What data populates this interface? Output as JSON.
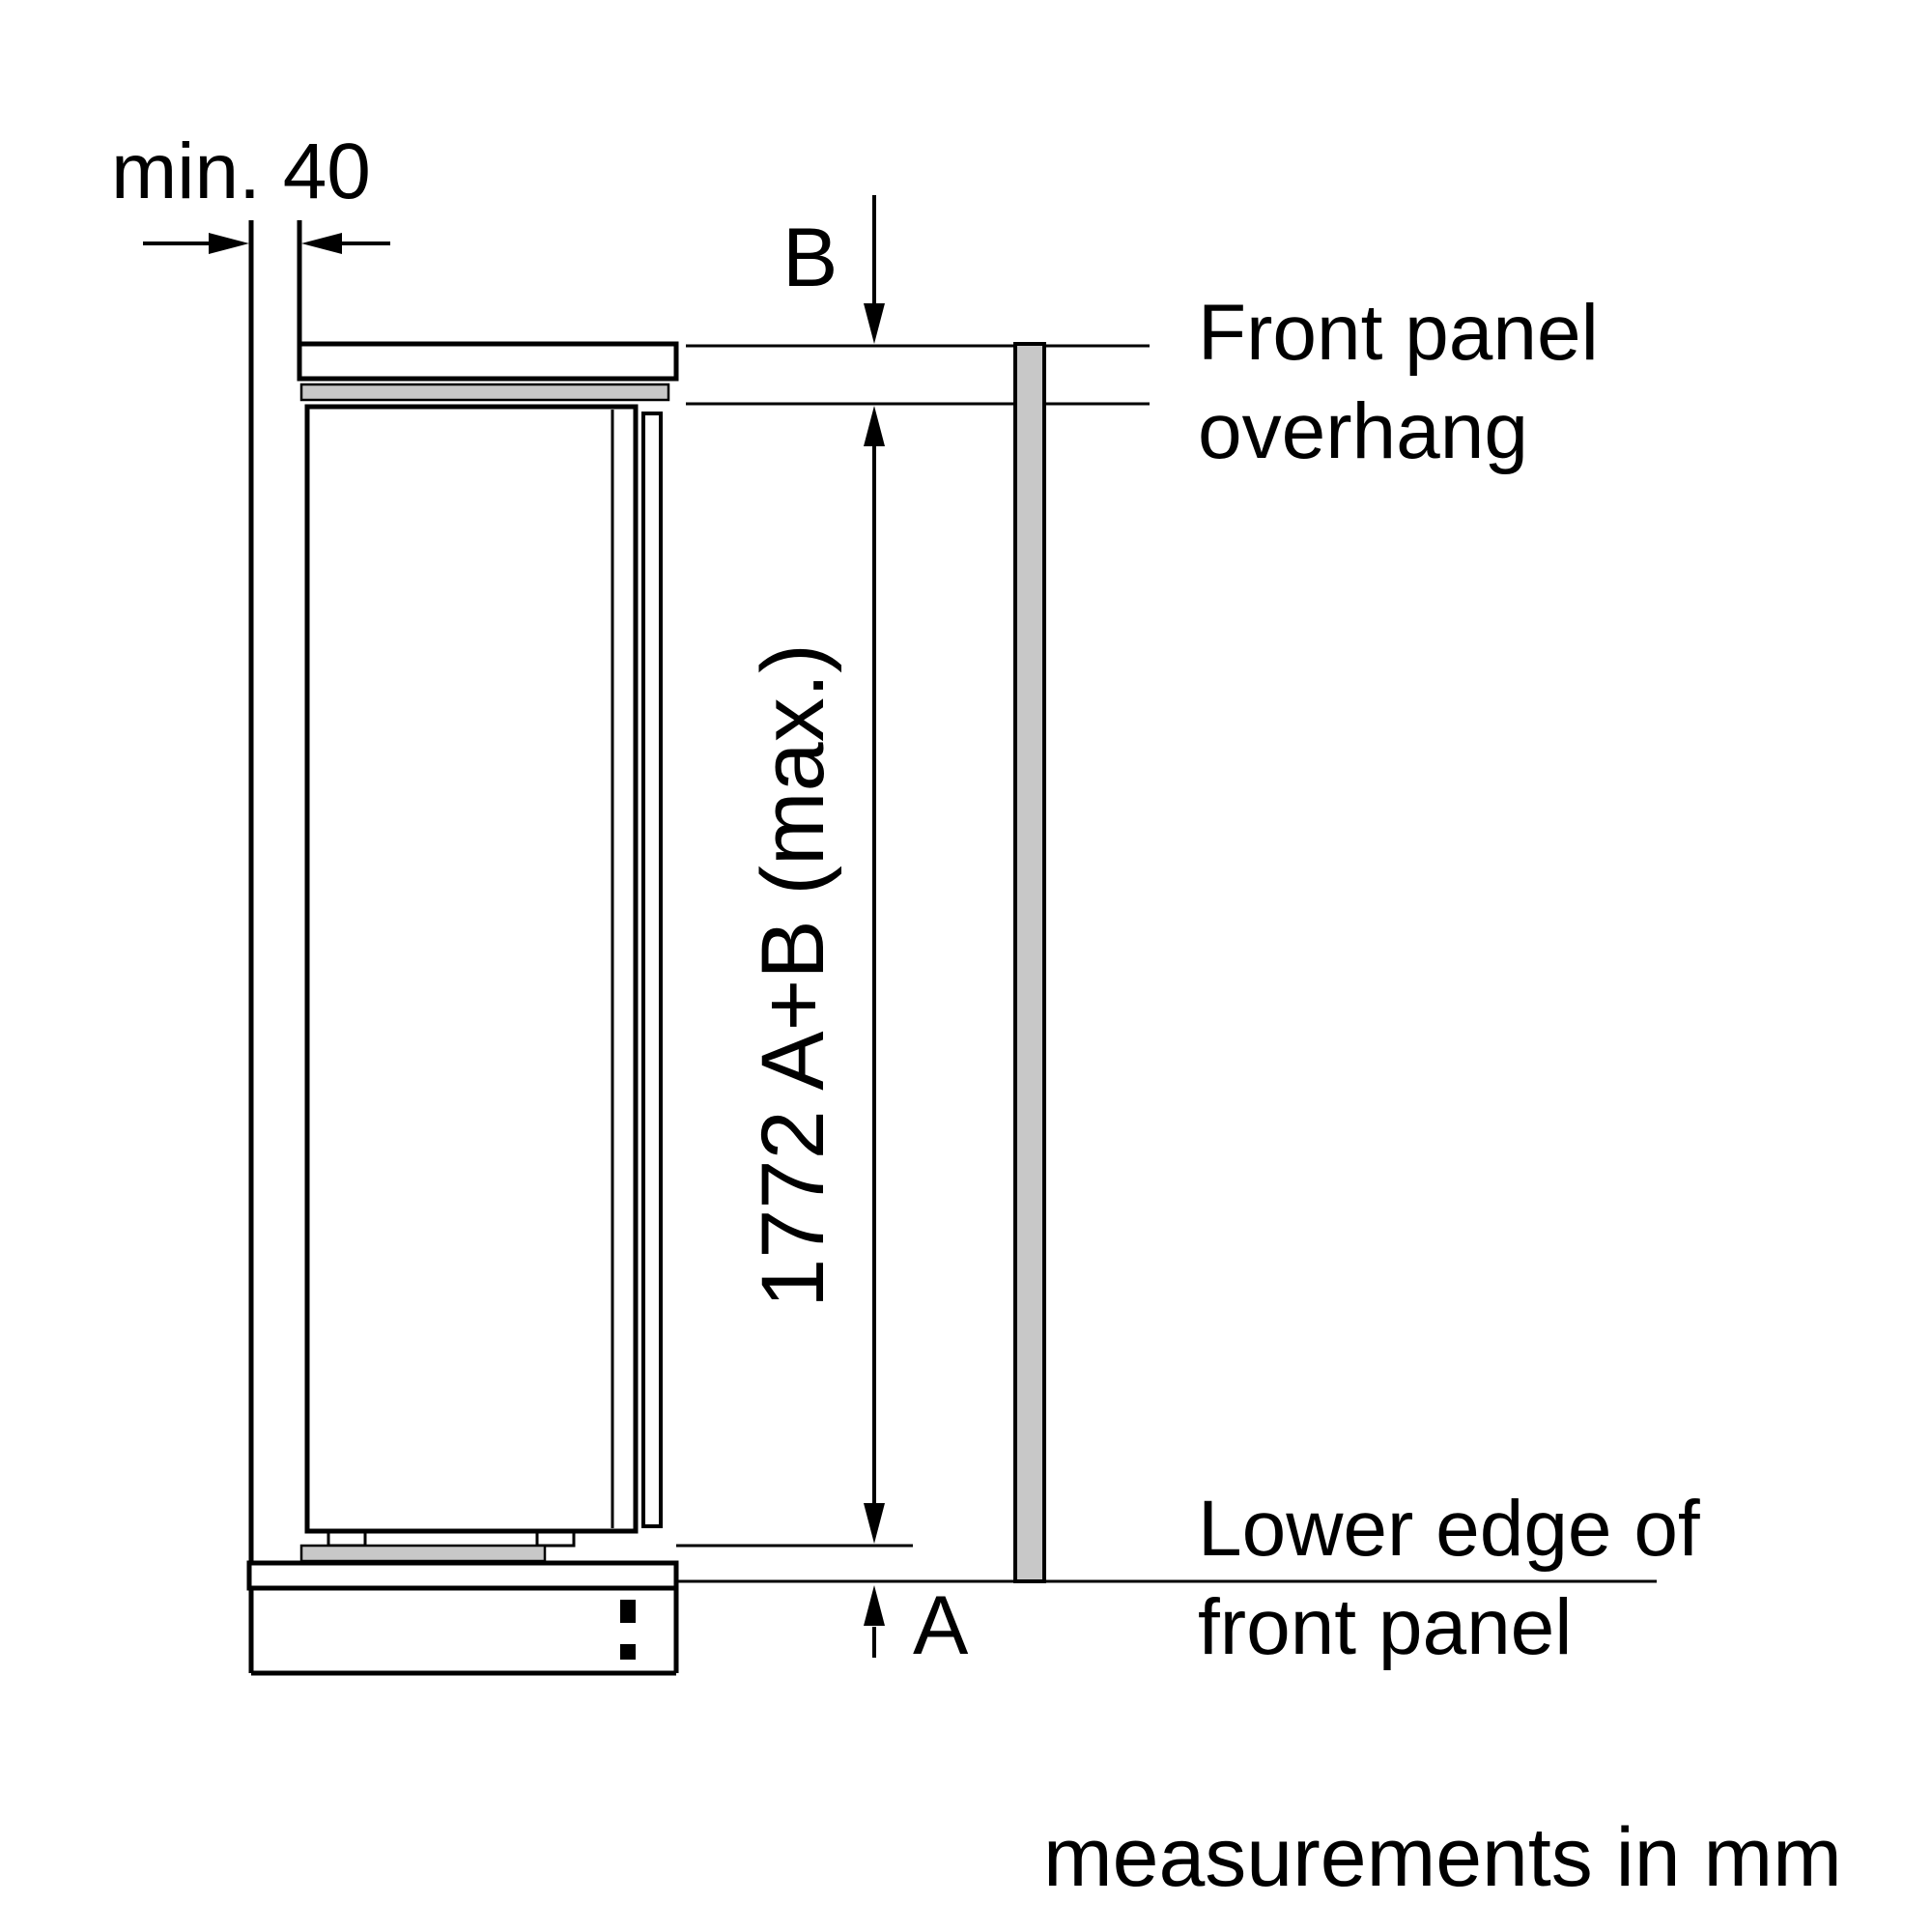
{
  "diagram": {
    "dimensions": {
      "min_clearance": "min. 40",
      "overhang_top": "B",
      "overhang_bottom": "A",
      "total_height": "1772 A+B (max.)"
    },
    "annotations": {
      "front_panel_overhang": [
        "Front panel",
        "overhang"
      ],
      "lower_edge": [
        "Lower edge of",
        "front panel"
      ],
      "units": "measurements in mm"
    },
    "colors": {
      "line": "#000000",
      "panel_fill": "#c8c8c8",
      "background": "#ffffff"
    }
  }
}
